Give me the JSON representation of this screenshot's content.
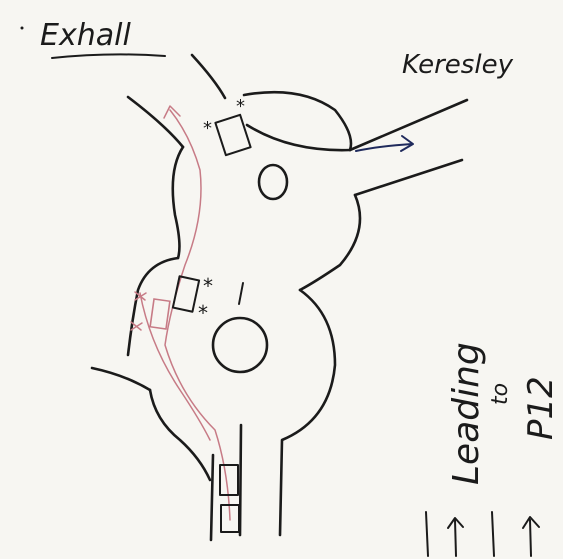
{
  "labels": {
    "exhall": "Exhall",
    "keresley": "Keresley",
    "leading": "Leading",
    "to": "to",
    "p12": "P12"
  },
  "colors": {
    "ink": "#1b1b1b",
    "route_red": "#c77b86",
    "arrow_blue": "#1f2a5c",
    "paper": "#f7f6f2"
  }
}
